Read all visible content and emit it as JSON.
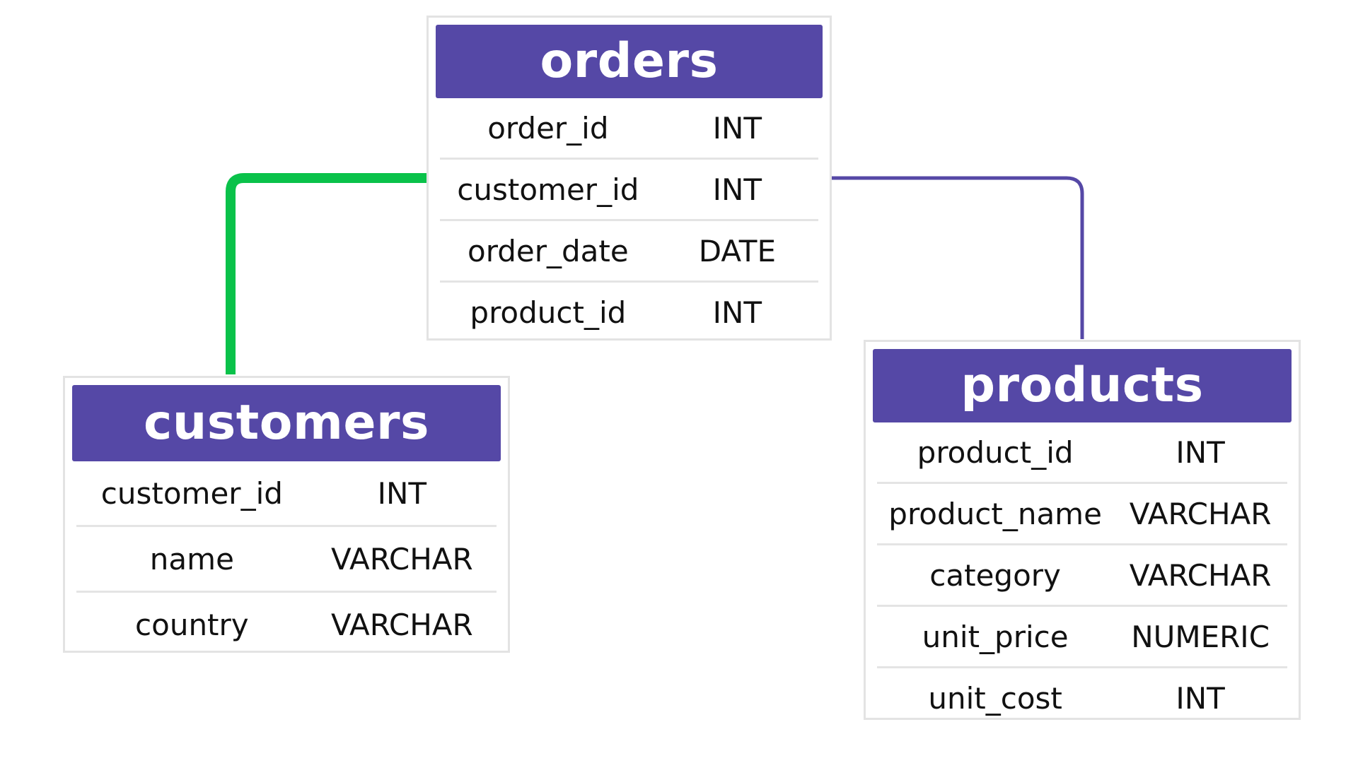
{
  "colors": {
    "header_bg": "#5548a6",
    "link_customers": "#0ac24a",
    "link_products": "#5548a6",
    "border": "#e3e3e3"
  },
  "tables": {
    "orders": {
      "title": "orders",
      "columns": [
        {
          "name": "order_id",
          "type": "INT"
        },
        {
          "name": "customer_id",
          "type": "INT"
        },
        {
          "name": "order_date",
          "type": "DATE"
        },
        {
          "name": "product_id",
          "type": "INT"
        }
      ]
    },
    "customers": {
      "title": "customers",
      "columns": [
        {
          "name": "customer_id",
          "type": "INT"
        },
        {
          "name": "name",
          "type": "VARCHAR"
        },
        {
          "name": "country",
          "type": "VARCHAR"
        }
      ]
    },
    "products": {
      "title": "products",
      "columns": [
        {
          "name": "product_id",
          "type": "INT"
        },
        {
          "name": "product_name",
          "type": "VARCHAR"
        },
        {
          "name": "category",
          "type": "VARCHAR"
        },
        {
          "name": "unit_price",
          "type": "NUMERIC"
        },
        {
          "name": "unit_cost",
          "type": "INT"
        }
      ]
    }
  },
  "relations": [
    {
      "from": "orders",
      "to": "customers"
    },
    {
      "from": "orders",
      "to": "products"
    }
  ]
}
